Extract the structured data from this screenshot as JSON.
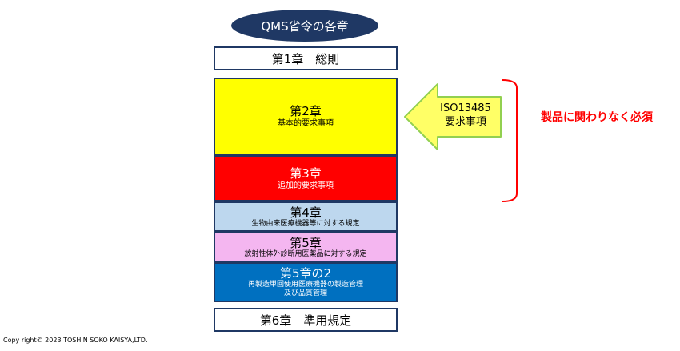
{
  "title": "QMS省令の各章",
  "chapters": [
    {
      "id": "ch1",
      "label": "第1章　総則",
      "sub": ""
    },
    {
      "id": "ch2",
      "label": "第2章",
      "sub": "基本的要求事項"
    },
    {
      "id": "ch3",
      "label": "第3章",
      "sub": "追加的要求事項"
    },
    {
      "id": "ch4",
      "label": "第4章",
      "sub": "生物由来医療機器等に対する規定"
    },
    {
      "id": "ch5",
      "label": "第5章",
      "sub": "放射性体外診断用医薬品に対する規定"
    },
    {
      "id": "ch52",
      "label": "第5章の2",
      "sub": "再製造単回使用医療機器の製造管理",
      "sub2": "及び品質管理"
    },
    {
      "id": "ch6",
      "label": "第6章　準用規定",
      "sub": ""
    }
  ],
  "arrow": {
    "line1": "ISO13485",
    "line2": "要求事項"
  },
  "bracket_note": "製品に関わりなく必須",
  "copyright": "Copy right© 2023 TOSHIN SOKO KAISYA,LTD.",
  "colors": {
    "navy": "#1f3864",
    "yellow": "#ffff00",
    "red": "#ff0000",
    "light_blue": "#bdd7ee",
    "pink": "#f4b6f0",
    "blue": "#0070c0",
    "arrow_fill": "#ffff66",
    "arrow_stroke": "#92d050"
  }
}
